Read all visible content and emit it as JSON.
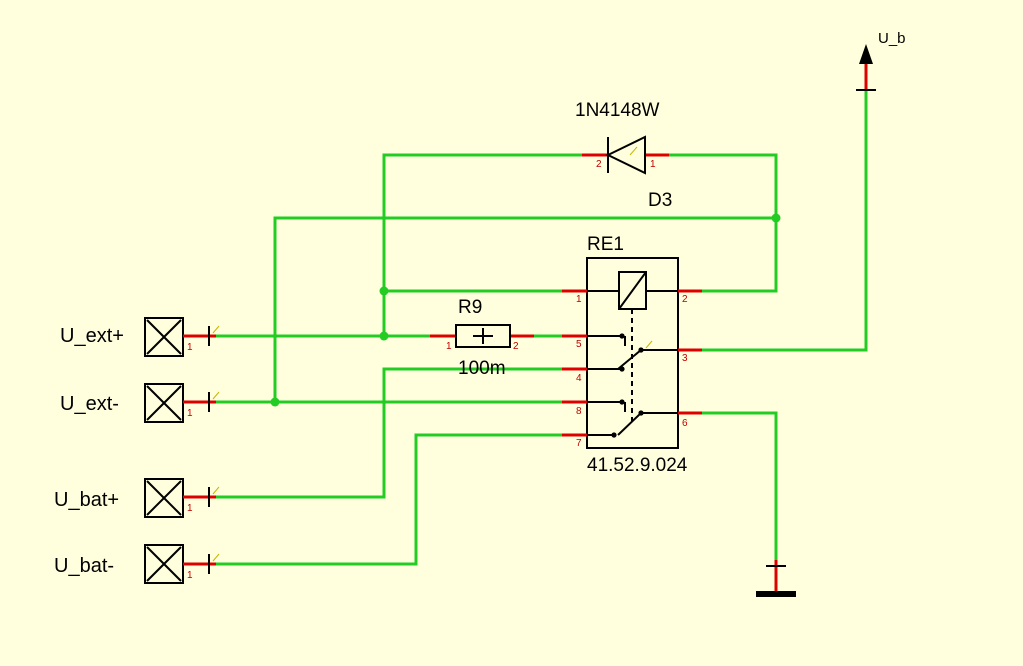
{
  "colors": {
    "background": "#ffffdd",
    "wire": "#22cc22",
    "pin_stub": "#dd0000",
    "pin_number": "#c00000",
    "symbol": "#000000"
  },
  "connectors": [
    {
      "label": "U_ext+",
      "pin": "1"
    },
    {
      "label": "U_ext-",
      "pin": "1"
    },
    {
      "label": "U_bat+",
      "pin": "1"
    },
    {
      "label": "U_bat-",
      "pin": "1"
    }
  ],
  "diode": {
    "value": "1N4148W",
    "ref": "D3",
    "pin_left": "2",
    "pin_right": "1"
  },
  "resistor": {
    "ref": "R9",
    "value": "100m",
    "pin_left": "1",
    "pin_right": "2"
  },
  "relay": {
    "ref": "RE1",
    "part": "41.52.9.024",
    "pins": {
      "p1": "1",
      "p2": "2",
      "p3": "3",
      "p4": "4",
      "p5": "5",
      "p6": "6",
      "p7": "7",
      "p8": "8"
    }
  },
  "supply": {
    "label": "U_b"
  }
}
